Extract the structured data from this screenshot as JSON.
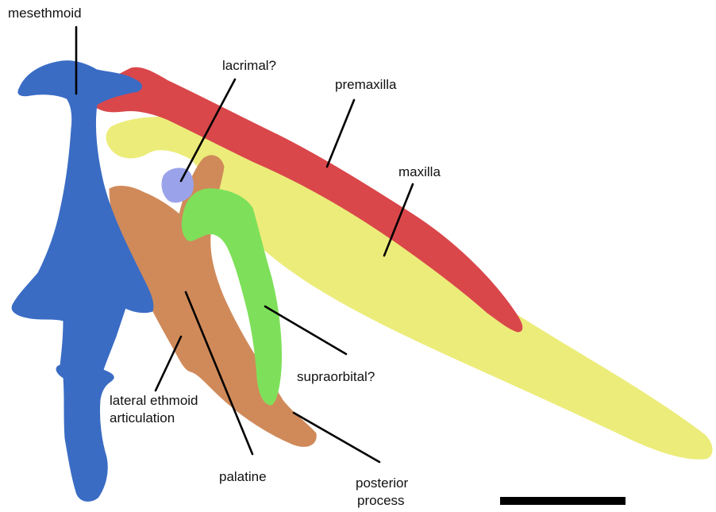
{
  "labels": {
    "mesethmoid": "mesethmoid",
    "lacrimal": "lacrimal?",
    "premaxilla": "premaxilla",
    "maxilla": "maxilla",
    "supraorbital": "supraorbital?",
    "lateral_ethmoid_line1": "lateral ethmoid",
    "lateral_ethmoid_line2": "articulation",
    "palatine": "palatine",
    "posterior_line1": "posterior",
    "posterior_line2": "process"
  },
  "colors": {
    "mesethmoid": "#3a6cc4",
    "premaxilla": "#d9474b",
    "maxilla": "#ecec7a",
    "palatine": "#d08a5a",
    "supraorbital": "#7ee05a",
    "lacrimal": "#9aa3ea",
    "scale_bar": "#000000"
  }
}
